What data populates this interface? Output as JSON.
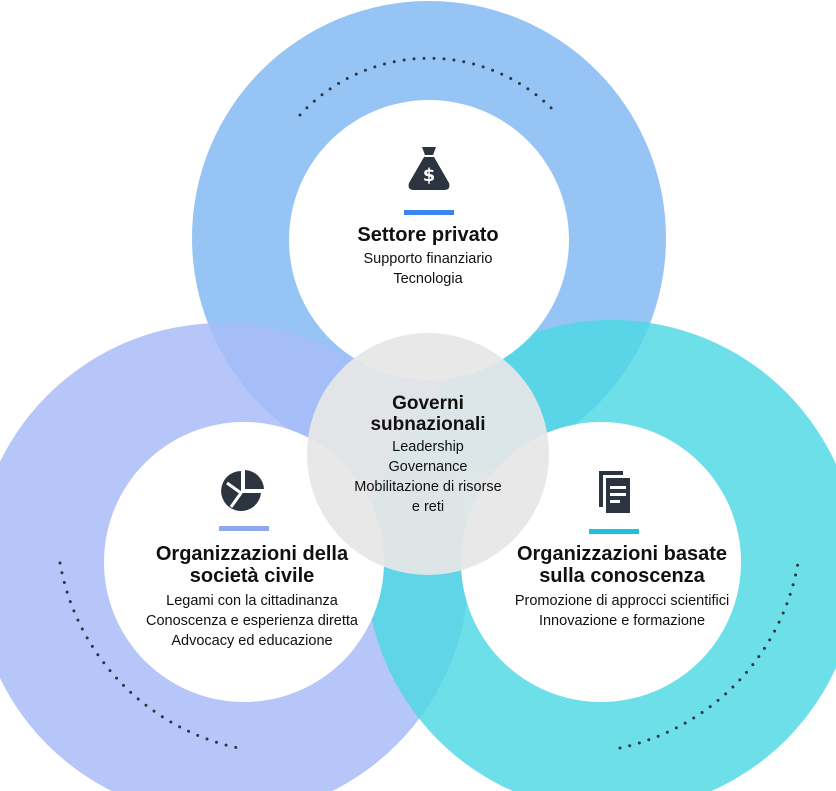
{
  "colors": {
    "privato_ring": "#7ab4f0",
    "civile_ring": "#a3b8f8",
    "conoscenza_ring": "#3dd8e4",
    "center": "#e8e8e8",
    "bar_privato": "#3a86ee",
    "bar_civile": "#8fa6f0",
    "bar_conoscenza": "#19c4d6",
    "icon": "#2c3440"
  },
  "privato": {
    "icon": "money-bag-icon",
    "title": "Settore privato",
    "lines": [
      "Supporto finanziario",
      "Tecnologia"
    ]
  },
  "centro": {
    "title_lines": [
      "Governi",
      "subnazionali"
    ],
    "lines": [
      "Leadership",
      "Governance",
      "Mobilitazione di risorse",
      "e reti"
    ]
  },
  "civile": {
    "icon": "pie-chart-icon",
    "title_lines": [
      "Organizzazioni della",
      "società civile"
    ],
    "lines": [
      "Legami con la cittadinanza",
      "Conoscenza e esperienza diretta",
      "Advocacy ed educazione"
    ]
  },
  "conoscenza": {
    "icon": "documents-icon",
    "title_lines": [
      "Organizzazioni basate",
      "sulla conoscenza"
    ],
    "lines": [
      "Promozione di approcci scientifici",
      "Innovazione e formazione"
    ]
  }
}
